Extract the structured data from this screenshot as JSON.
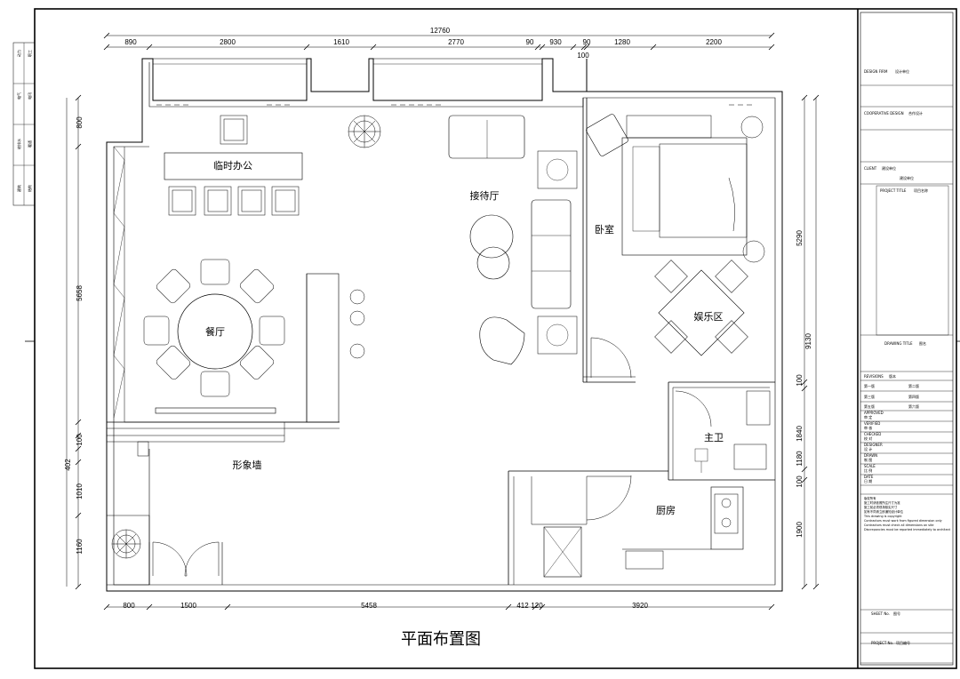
{
  "drawing_title": "平面布置图",
  "rooms": {
    "office": "临时办公",
    "reception": "接待厅",
    "bedroom": "卧室",
    "entertainment": "娱乐区",
    "dining": "餐厅",
    "master_bath": "主卫",
    "image_wall": "形象墙",
    "kitchen": "厨房"
  },
  "dims_top": {
    "total": "12760",
    "d1": "890",
    "d2": "2800",
    "d3": "1610",
    "d4": "2770",
    "d5": "90",
    "d6": "930",
    "d7": "90",
    "d8": "1280",
    "d9": "2200",
    "d10": "100"
  },
  "dims_bottom": {
    "d1": "800",
    "d2": "1500",
    "d3": "5458",
    "d4": "412",
    "d5": "120",
    "d6": "3920"
  },
  "dims_left": {
    "d1": "800",
    "d2": "5658",
    "d3": "100",
    "d4": "402",
    "d5": "1010",
    "d6": "1160"
  },
  "dims_right": {
    "d1": "5290",
    "d2": "9130",
    "d3": "100",
    "d4": "1840",
    "d5": "1180",
    "d6": "100",
    "d7": "1900"
  },
  "side_strip": [
    "动力",
    "职工",
    "电气",
    "电讯",
    "给排水",
    "暖通",
    "建筑",
    "结构"
  ],
  "title_block": {
    "design_firm_en": "DESIGN FIRM",
    "design_firm_cn": "设计单位",
    "coop_en": "COOPERATIVE DESIGN",
    "coop_cn": "合作设计",
    "client_en": "CLIENT",
    "client_cn": "建设单位",
    "client_value": "建设单位",
    "project_en": "PROJECT TITLE",
    "project_cn": "项目名称",
    "drawing_en": "DRAWING TITLE",
    "drawing_cn": "图名",
    "revisions_en": "REVISIONS",
    "revisions_cn": "版本",
    "rev1": "第一版",
    "rev2": "第二版",
    "rev3": "第三版",
    "rev4": "第四版",
    "rev5": "第五版",
    "rev6": "第六版",
    "approved_en": "APPROVED",
    "approved_cn": "审 定",
    "verified_en": "VERIFIED",
    "verified_cn": "审 核",
    "checked_en": "CHECKED",
    "checked_cn": "校 对",
    "designer_en": "DESIGNER",
    "designer_cn": "设 计",
    "drawn_en": "DRAWN",
    "drawn_cn": "制 图",
    "scale_en": "SCALE",
    "scale_cn": "比 例",
    "date_en": "DATE",
    "date_cn": "日 期",
    "notes": [
      "版权所有",
      "施工时请依照所注尺寸为准",
      "施工前必须现场核实尺寸",
      "如有不同请立即通知设计单位",
      "This drawing is copyright",
      "Contractors must work from figured dimension only",
      "Contractors must check all dimensions on site",
      "Discrepancies must be reported immediately to architect"
    ],
    "sheet_en": "SHEET No.",
    "sheet_cn": "图号",
    "project_no_en": "PROJECT No.",
    "project_no_cn": "项目编号"
  }
}
